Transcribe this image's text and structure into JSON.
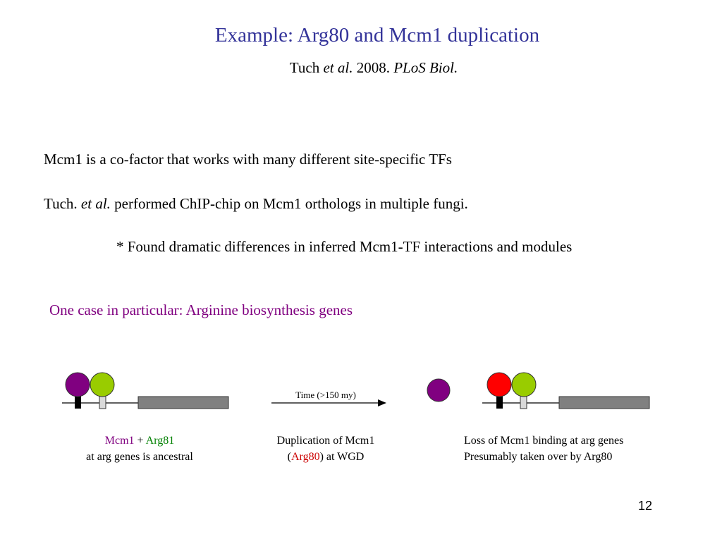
{
  "title": "Example:  Arg80 and Mcm1 duplication",
  "citation": {
    "author": "Tuch ",
    "etal": "et al.",
    "year": " 2008. ",
    "journal": "PLoS Biol."
  },
  "body": {
    "line1": "Mcm1 is a co-factor that works with many different site-specific TFs",
    "line2_a": "Tuch. ",
    "line2_etal": "et al.",
    "line2_b": " performed ChIP-chip on Mcm1 orthologs in multiple fungi.",
    "line3": "* Found dramatic differences in inferred Mcm1-TF interactions and modules"
  },
  "case_heading": "One case in particular:  Arginine biosynthesis genes",
  "diagram": {
    "time_label": "Time (>150 my)",
    "colors": {
      "mcm1": "#800080",
      "arg81": "#99cc00",
      "arg80": "#ff0000",
      "gene": "#808080"
    },
    "caption1": {
      "mcm1": "Mcm1",
      "plus": " + ",
      "arg81": "Arg81",
      "line2": "at arg genes is ancestral"
    },
    "caption2": {
      "line1": "Duplication of Mcm1",
      "open": "(",
      "arg80": "Arg80",
      "close": ") at WGD"
    },
    "caption3": {
      "line1": "Loss of Mcm1 binding at arg genes",
      "line2": "Presumably taken over by Arg80"
    }
  },
  "page_number": "12"
}
